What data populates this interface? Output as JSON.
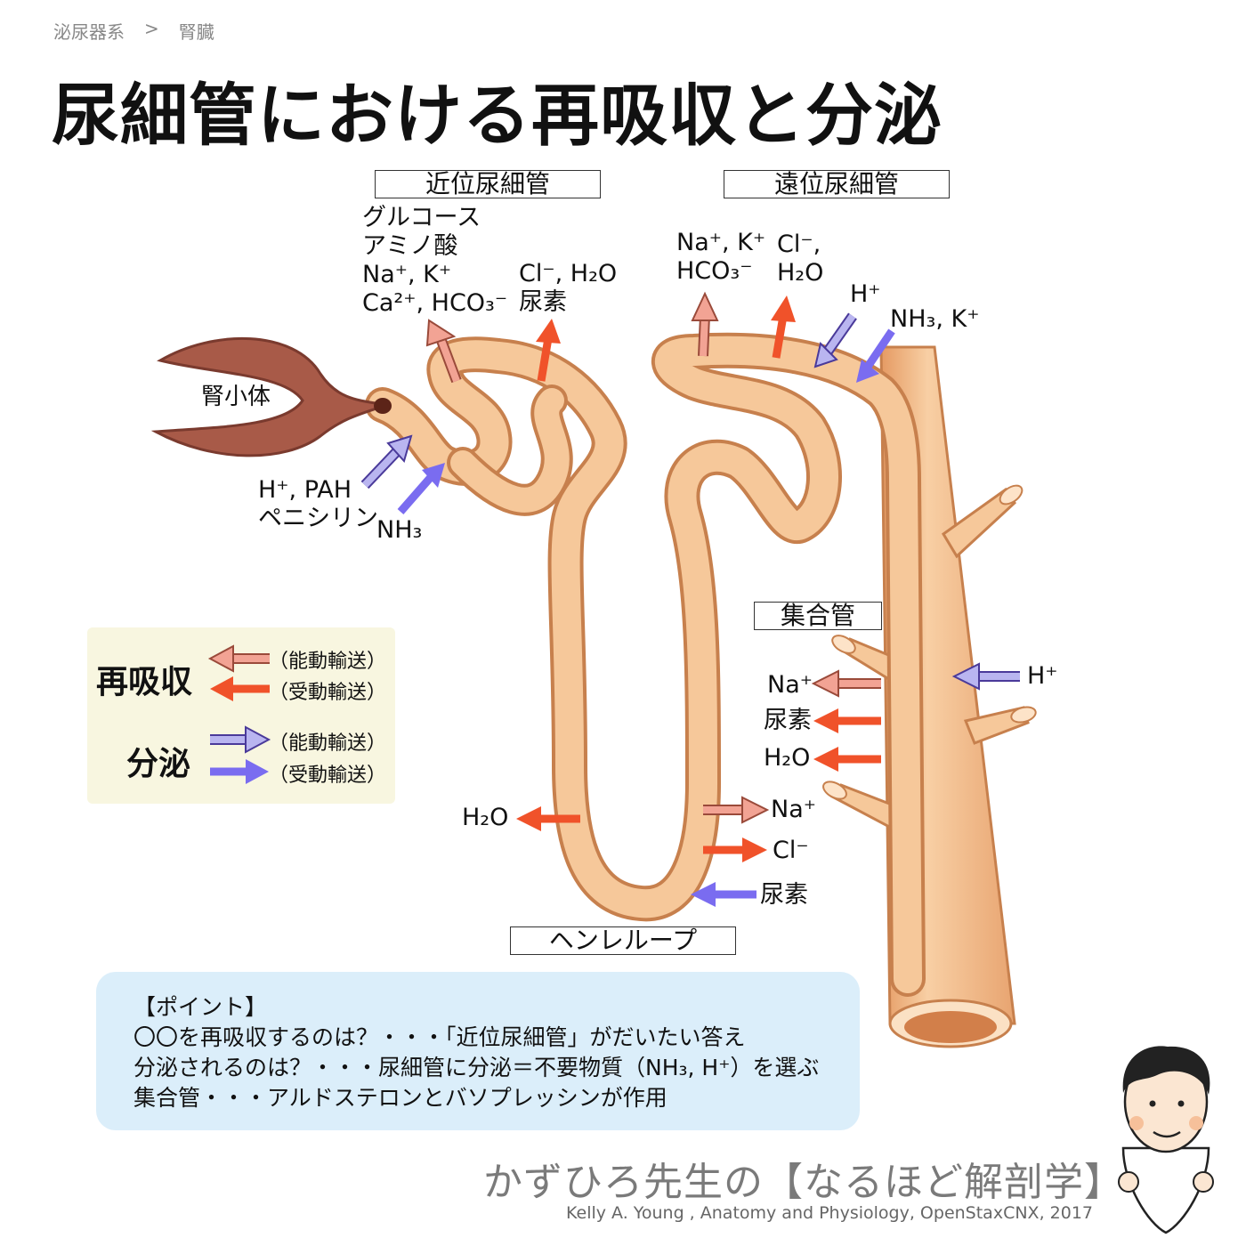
{
  "breadcrumb": [
    "泌尿器系",
    ">",
    "腎臓"
  ],
  "title": "尿細管における再吸収と分泌",
  "sections": {
    "proximal": "近位尿細管",
    "distal": "遠位尿細管",
    "collecting": "集合管",
    "henle": "ヘンレループ",
    "corpuscle": "腎小体"
  },
  "proximal": {
    "reabs_active": [
      "グルコース",
      "アミノ酸",
      "Na⁺, K⁺",
      "Ca²⁺, HCO₃⁻"
    ],
    "reabs_passive": [
      "Cl⁻, H₂O",
      "尿素"
    ],
    "secr_active": [
      "H⁺, PAH",
      "ペニシリン"
    ],
    "secr_passive": "NH₃"
  },
  "distal": {
    "reabs_active": [
      "Na⁺, K⁺",
      "HCO₃⁻"
    ],
    "reabs_passive": [
      "Cl⁻,",
      "H₂O"
    ],
    "secr_active": "H⁺",
    "secr_passive": "NH₃, K⁺"
  },
  "henle": {
    "descending_out": "H₂O",
    "ascending_active": "Na⁺",
    "ascending_passive": "Cl⁻",
    "in_passive": "尿素"
  },
  "collecting": {
    "reabs_active": "Na⁺",
    "reabs_passive_1": "尿素",
    "reabs_passive_2": "H₂O",
    "secr_active": "H⁺"
  },
  "legend": {
    "reabsorption": "再吸収",
    "secretion": "分泌",
    "active": "（能動輸送）",
    "passive": "（受動輸送）"
  },
  "colors": {
    "reabs_active": "#f2a394",
    "reabs_passive": "#f0522a",
    "secr_active": "#b9b5f0",
    "secr_passive": "#7a6cf0",
    "tubule": "#f6c89a",
    "tubule_edge": "#d9895a",
    "corpuscle": "#a85a48"
  },
  "point": {
    "heading": "【ポイント】",
    "lines": [
      "〇〇を再吸収するのは？・・・「近位尿細管」がだいたい答え",
      "分泌されるのは？・・・尿細管に分泌＝不要物質（NH₃, H⁺）を選ぶ",
      "集合管・・・アルドステロンとバソプレッシンが作用"
    ]
  },
  "brand": "かずひろ先生の【なるほど解剖学】",
  "credit": "Kelly A. Young , Anatomy and Physiology, OpenStaxCNX, 2017"
}
